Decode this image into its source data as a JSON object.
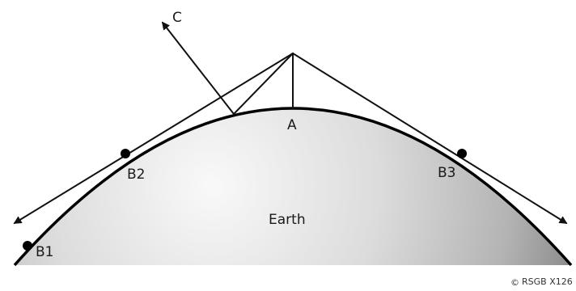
{
  "labels": {
    "c": "C",
    "a": "A",
    "b1": "B1",
    "b2": "B2",
    "b3": "B3",
    "earth": "Earth"
  },
  "credit": {
    "symbol": "©",
    "text": "RSGB X126"
  },
  "colors": {
    "line": "#111111",
    "earth_light": "#f7f7f7",
    "earth_dark": "#8a8a8a"
  }
}
